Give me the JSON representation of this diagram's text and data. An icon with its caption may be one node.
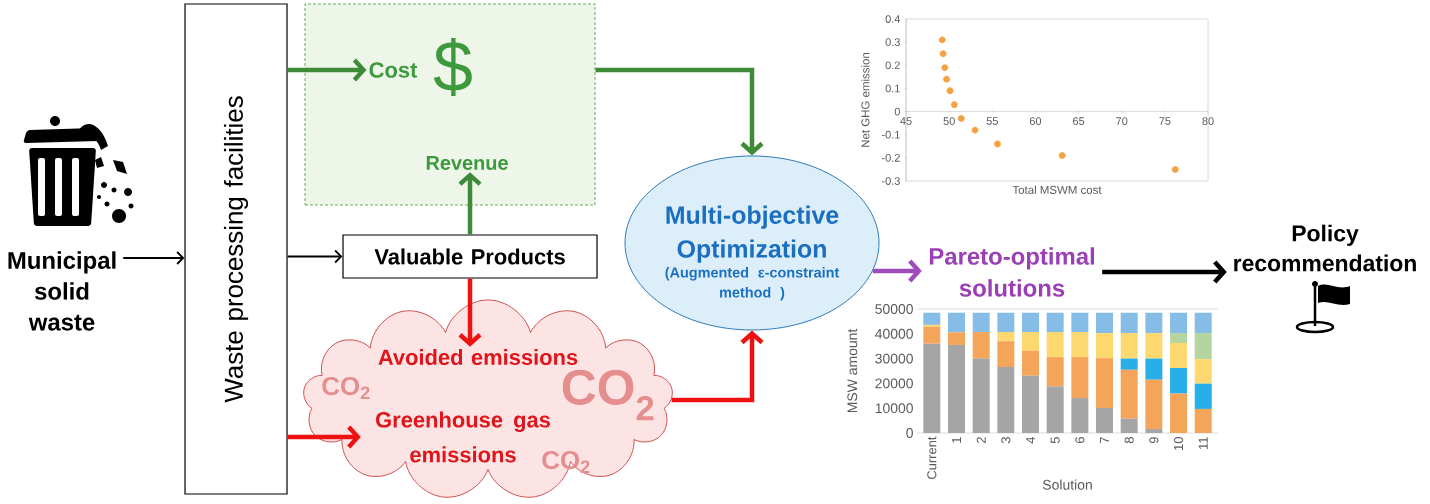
{
  "diagram": {
    "nodes": [
      {
        "text": [
          "Municipal solid waste"
        ]
      },
      {
        "text": [
          "Waste processing facilities"
        ]
      },
      {
        "text": [],
        "shape": "box"
      },
      {
        "text": [
          "Cost"
        ],
        "in": 2
      },
      {
        "text": [
          "Revenue"
        ],
        "in": 2
      },
      {
        "text": [
          "Valuable Products"
        ]
      },
      {
        "text": [],
        "shape": "cloud"
      },
      {
        "text": [
          "Avoided emissions"
        ],
        "in": 6
      },
      {
        "text": [
          "Greenhouse gas emissions"
        ],
        "in": 6
      },
      {
        "text": [
          "Multi-objective Optimization",
          "(Augmented ε-constraint method )"
        ]
      },
      {
        "text": [
          "Pareto-optimal solutions"
        ]
      },
      {
        "text": [
          "Policy recommendation"
        ]
      }
    ],
    "edges": [
      {
        "from": 0,
        "to": 1,
        "arrow": "to"
      },
      {
        "from": 1,
        "to": 3,
        "arrow": "to",
        "color": "#3d8b37"
      },
      {
        "from": 1,
        "to": 5,
        "arrow": "to"
      },
      {
        "from": 1,
        "to": 8,
        "arrow": "to",
        "color": "#ee1111"
      },
      {
        "from": 5,
        "to": 4,
        "arrow": "to",
        "color": "#3d8b37"
      },
      {
        "from": 5,
        "to": 7,
        "arrow": "to",
        "color": "#ee1111"
      },
      {
        "from": 2,
        "to": 9,
        "arrow": "to",
        "color": "#3d8b37"
      },
      {
        "from": 6,
        "to": 9,
        "arrow": "to",
        "color": "#ee1111"
      },
      {
        "from": 9,
        "to": 10,
        "arrow": "to",
        "color": "#a04cbc"
      },
      {
        "from": 10,
        "to": 11,
        "arrow": "to"
      }
    ],
    "labels": [
      "$",
      "CO$_{2}$",
      "CO$_{2}$",
      "CO$_{2}$"
    ],
    "chart_data": [
      {
        "type": "scatter",
        "xlabel": "Total MSWM cost",
        "ylabel": "Net GHG emission",
        "xlim": [
          45,
          80
        ],
        "ylim": [
          -0.3,
          0.4
        ],
        "xticks": [
          45,
          50,
          55,
          60,
          65,
          70,
          75,
          80
        ],
        "yticks": [
          -0.3,
          -0.2,
          -0.1,
          0,
          0.1,
          0.2,
          0.3,
          0.4
        ],
        "x": [
          49.2,
          49.3,
          49.5,
          49.7,
          50.1,
          50.6,
          51.4,
          53.0,
          55.6,
          63.1,
          76.2
        ],
        "series": [
          {
            "color": "#f4a142",
            "values": [
              0.31,
              0.25,
              0.19,
              0.14,
              0.09,
              0.03,
              -0.03,
              -0.08,
              -0.14,
              -0.19,
              -0.25
            ]
          }
        ]
      },
      {
        "type": "bar",
        "stacked": true,
        "xlabel": "Solution",
        "ylabel": "MSW amount",
        "categories": [
          "Current",
          "1",
          "2",
          "3",
          "4",
          "5",
          "6",
          "7",
          "8",
          "9",
          "10",
          "11"
        ],
        "ylim": [
          0,
          50000
        ],
        "yticks": [
          0,
          10000,
          20000,
          30000,
          40000,
          50000
        ],
        "series": [
          {
            "color": "#a5a5a5",
            "values": [
              36000,
              35500,
              30000,
              26600,
              23100,
              18800,
              14100,
              10100,
              5800,
              1600,
              0,
              0
            ]
          },
          {
            "color": "#f5a55a",
            "values": [
              6800,
              5100,
              10700,
              10400,
              10100,
              11800,
              16500,
              20100,
              19700,
              19900,
              15900,
              9700
            ]
          },
          {
            "color": "#28aee8",
            "values": [
              0,
              0,
              0,
              0,
              0,
              0,
              0,
              0,
              4500,
              8500,
              10300,
              10200
            ]
          },
          {
            "color": "#fdd86f",
            "values": [
              800,
              0,
              0,
              3700,
              7500,
              10100,
              10100,
              10100,
              10300,
              10300,
              10100,
              9900
            ]
          },
          {
            "color": "#b4d5a0",
            "values": [
              0,
              0,
              0,
              0,
              0,
              0,
              0,
              0,
              0,
              0,
              4000,
              10500
            ]
          },
          {
            "color": "#86bde6",
            "values": [
              4900,
              7900,
              7800,
              7800,
              7800,
              7800,
              7800,
              8200,
              8200,
              8200,
              8200,
              8200
            ]
          }
        ]
      }
    ]
  }
}
